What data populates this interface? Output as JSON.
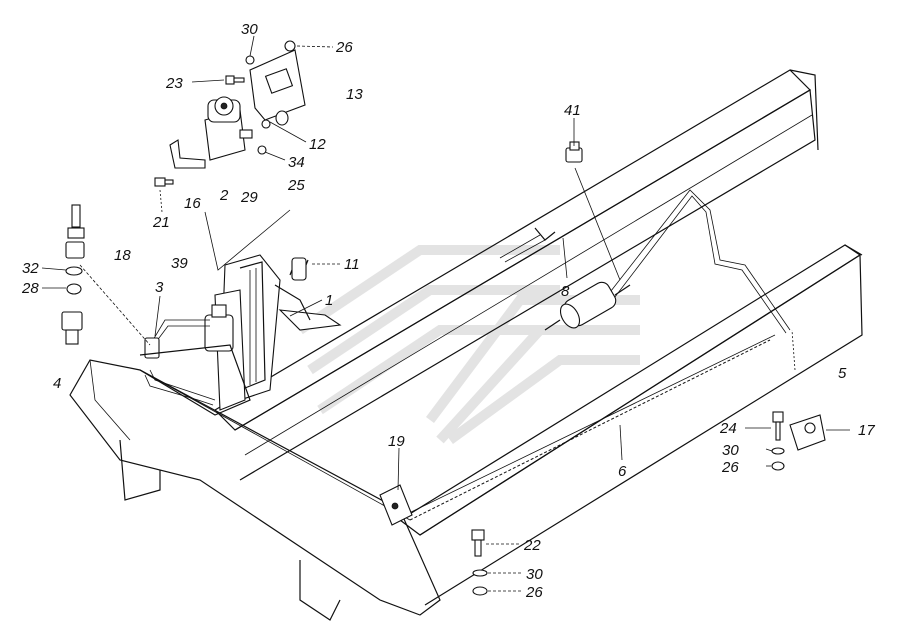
{
  "diagram": {
    "callouts": [
      {
        "id": "30a",
        "text": "30"
      },
      {
        "id": "26a",
        "text": "26"
      },
      {
        "id": "23",
        "text": "23"
      },
      {
        "id": "13",
        "text": "13"
      },
      {
        "id": "12",
        "text": "12"
      },
      {
        "id": "34",
        "text": "34"
      },
      {
        "id": "25",
        "text": "25"
      },
      {
        "id": "21",
        "text": "21"
      },
      {
        "id": "16",
        "text": "16"
      },
      {
        "id": "2",
        "text": "2"
      },
      {
        "id": "29",
        "text": "29"
      },
      {
        "id": "18",
        "text": "18"
      },
      {
        "id": "39",
        "text": "39"
      },
      {
        "id": "11",
        "text": "11"
      },
      {
        "id": "32",
        "text": "32"
      },
      {
        "id": "28",
        "text": "28"
      },
      {
        "id": "3",
        "text": "3"
      },
      {
        "id": "1",
        "text": "1"
      },
      {
        "id": "4",
        "text": "4"
      },
      {
        "id": "41",
        "text": "41"
      },
      {
        "id": "8",
        "text": "8"
      },
      {
        "id": "5",
        "text": "5"
      },
      {
        "id": "24",
        "text": "24"
      },
      {
        "id": "17",
        "text": "17"
      },
      {
        "id": "30b",
        "text": "30"
      },
      {
        "id": "26b",
        "text": "26"
      },
      {
        "id": "6",
        "text": "6"
      },
      {
        "id": "19",
        "text": "19"
      },
      {
        "id": "22",
        "text": "22"
      },
      {
        "id": "30c",
        "text": "30"
      },
      {
        "id": "26c",
        "text": "26"
      }
    ]
  }
}
